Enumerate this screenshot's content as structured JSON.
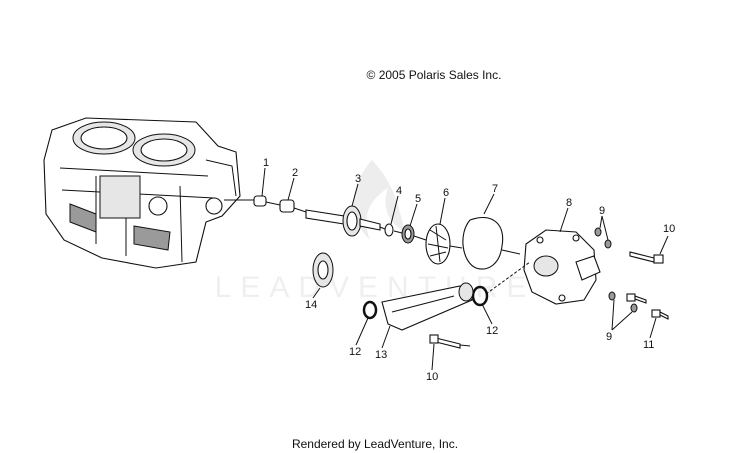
{
  "copyright": "© 2005 Polaris Sales Inc.",
  "footer": "Rendered by LeadVenture, Inc.",
  "watermark": "LEADVENTURE",
  "callouts": [
    "1",
    "2",
    "3",
    "4",
    "5",
    "6",
    "7",
    "8",
    "9",
    "10",
    "14",
    "12",
    "13",
    "12",
    "10",
    "9",
    "11"
  ]
}
